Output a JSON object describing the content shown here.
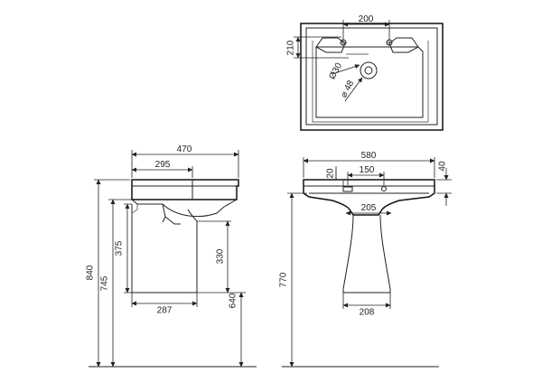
{
  "plan_view": {
    "tap_hole_spacing": "200",
    "depth": "210",
    "overflow_diameter": "Ø30",
    "waste_diameter": "⌀ 48"
  },
  "side_view": {
    "overall_depth": "470",
    "bowl_depth": "295",
    "total_height": "840",
    "semi_pedestal_top": "745",
    "waste_outlet_height": "375",
    "pedestal_height": "330",
    "pedestal_base_depth": "287",
    "pedestal_bottom_height": "640"
  },
  "front_view": {
    "overall_width": "580",
    "tap_hole_offset": "20",
    "tap_hole_spacing": "150",
    "rim_height": "40",
    "waste_width": "205",
    "floor_height": "770",
    "pedestal_base_width": "208"
  }
}
